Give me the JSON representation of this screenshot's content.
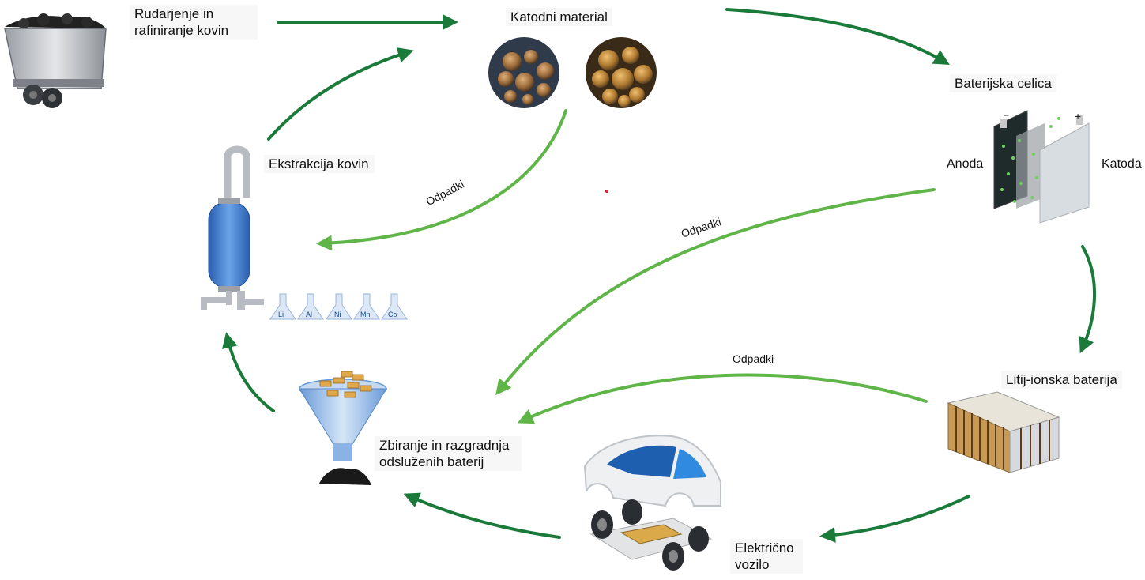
{
  "nodes": {
    "mining": "Rudarjenje in rafiniranje kovin",
    "mining_line1": "Rudarjenje in",
    "mining_line2": "rafiniranje kovin",
    "cathode_material": "Katodni material",
    "battery_cell": "Baterijska celica",
    "anode": "Anoda",
    "cathode": "Katoda",
    "li_ion_battery": "Litij-ionska baterija",
    "ev_line1": "Električno",
    "ev_line2": "vozilo",
    "collection_line1": "Zbiranje in razgradnja",
    "collection_line2": "odsluženih baterij",
    "extraction": "Ekstrakcija kovin"
  },
  "waste_labels": [
    "Odpadki",
    "Odpadki",
    "Odpadki"
  ],
  "elements": [
    "Li",
    "Al",
    "Ni",
    "Mn",
    "Co"
  ],
  "colors": {
    "arrow_dark": "#1a7a3a",
    "arrow_light": "#5fb548",
    "extractor_blue": "#3a7fd0",
    "pipe_gray": "#b8bcc2"
  }
}
